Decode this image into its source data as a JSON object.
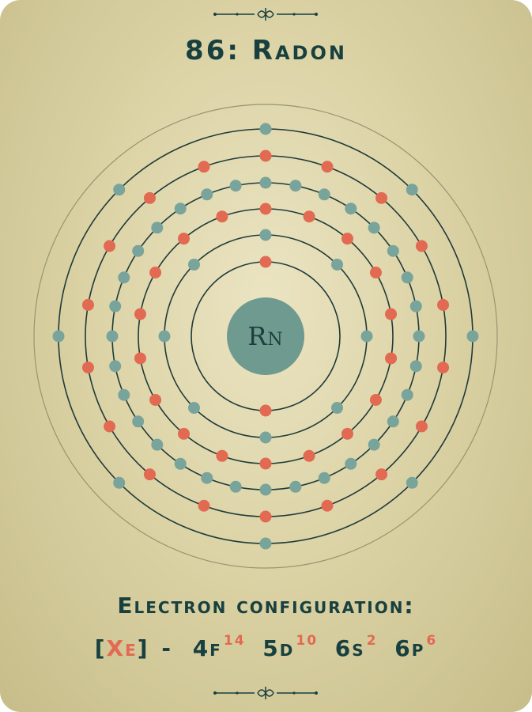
{
  "title": "86: Radon",
  "nucleus": {
    "symbol": "Rn"
  },
  "shells": [
    {
      "n": 1,
      "electrons": 2
    },
    {
      "n": 2,
      "electrons": 8
    },
    {
      "n": 3,
      "electrons": 18
    },
    {
      "n": 4,
      "electrons": 32
    },
    {
      "n": 5,
      "electrons": 18
    },
    {
      "n": 6,
      "electrons": 8
    }
  ],
  "configuration": {
    "heading": "Electron configuration:",
    "open_bracket": "[",
    "core": "Xe",
    "close_bracket": "]",
    "dash": "-",
    "terms": [
      {
        "orbital": "4f",
        "count": "14"
      },
      {
        "orbital": "5d",
        "count": "10"
      },
      {
        "orbital": "6s",
        "count": "2"
      },
      {
        "orbital": "6p",
        "count": "6"
      }
    ]
  },
  "colors": {
    "card": "#dcd3a6",
    "ink": "#18403f",
    "orbit": "#1f3b3a",
    "nucleus": "#6e9a90",
    "electron_teal": "#79a49b",
    "electron_red": "#e26a52",
    "outer_ring": "#9a9470"
  }
}
